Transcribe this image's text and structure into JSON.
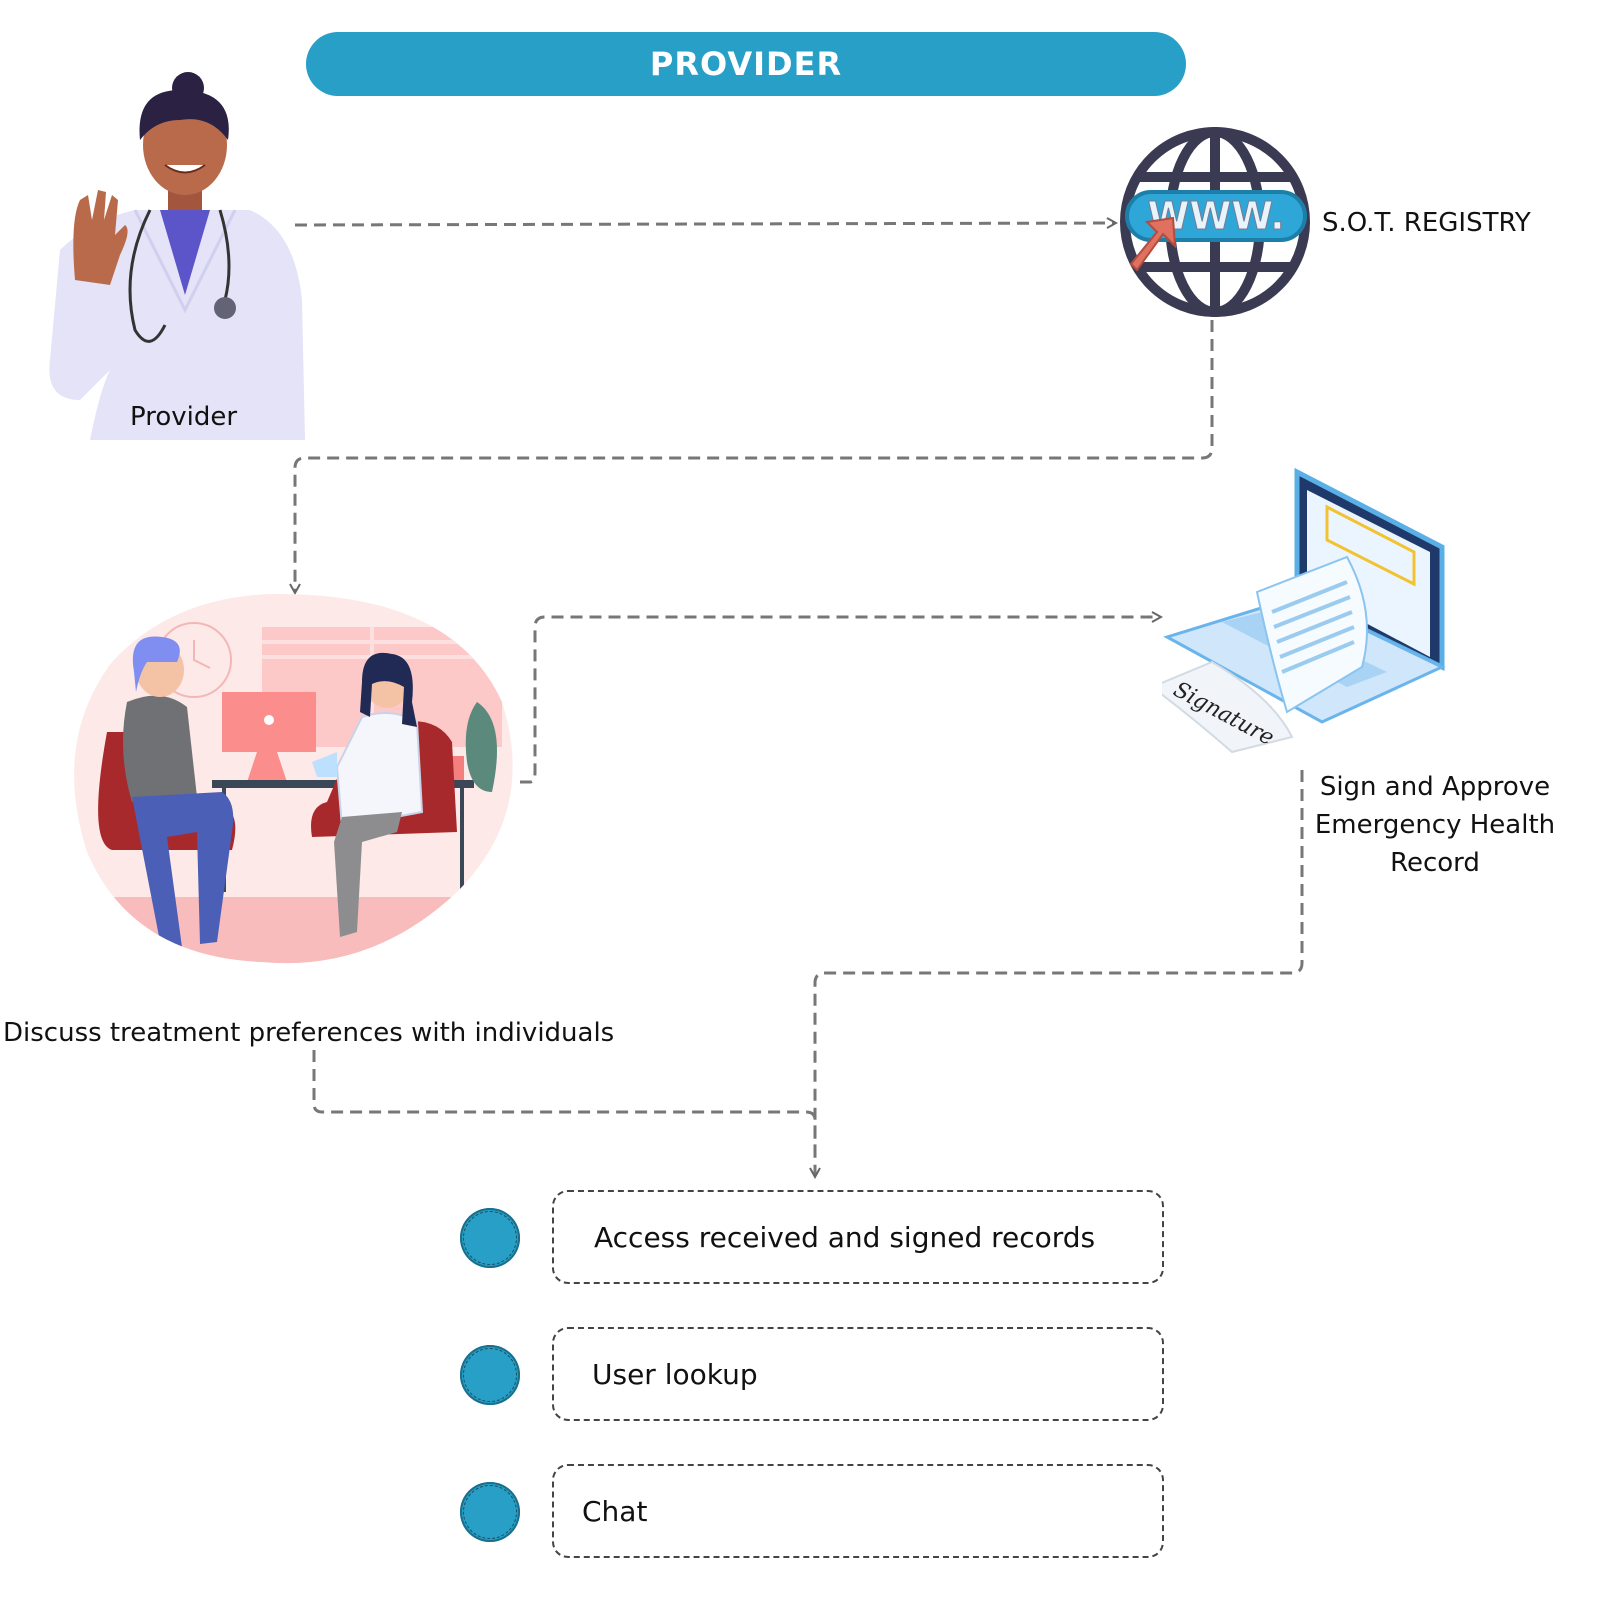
{
  "header": {
    "title": "PROVIDER"
  },
  "nodes": {
    "provider": "Provider",
    "registry": "S.O.T. REGISTRY",
    "discuss": "Discuss treatment preferences with individuals",
    "sign": [
      "Sign and Approve",
      "Emergency Health",
      "Record"
    ],
    "www_text": "WWW.",
    "signature_text": "Signature"
  },
  "actions": [
    {
      "label": "Access received and signed records"
    },
    {
      "label": "User lookup"
    },
    {
      "label": "Chat"
    }
  ],
  "colors": {
    "accent": "#279fc7",
    "connector": "#777777"
  },
  "icons": [
    "provider-illustration",
    "globe-www-icon",
    "consultation-illustration",
    "laptop-signature-icon"
  ]
}
